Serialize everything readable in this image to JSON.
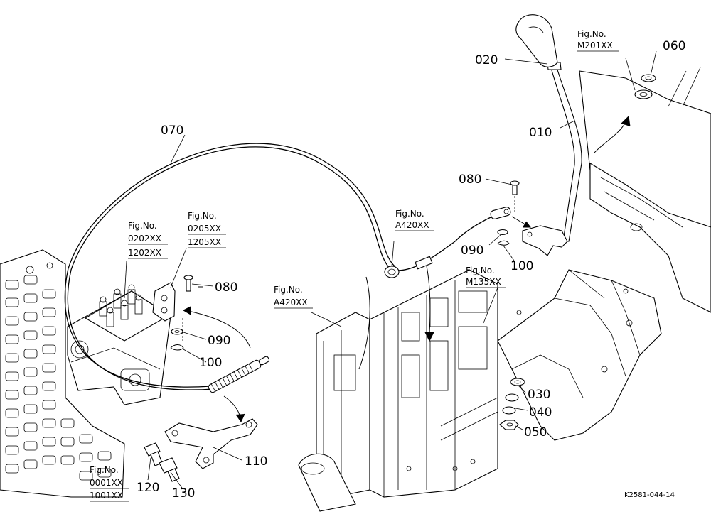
{
  "drawing_id": "K2581-044-14",
  "colors": {
    "line": "#000000",
    "background": "#ffffff",
    "shade": "#e9e9e9"
  },
  "figure_refs": {
    "m201": {
      "title": "Fig.No.",
      "codes": [
        "M201XX"
      ]
    },
    "a420_top": {
      "title": "Fig.No.",
      "codes": [
        "A420XX"
      ]
    },
    "a420_left": {
      "title": "Fig.No.",
      "codes": [
        "A420XX"
      ]
    },
    "m135": {
      "title": "Fig.No.",
      "codes": [
        "M135XX"
      ]
    },
    "f0202": {
      "title": "Fig.No.",
      "codes": [
        "0202XX",
        "1202XX"
      ]
    },
    "f0205": {
      "title": "Fig.No.",
      "codes": [
        "0205XX",
        "1205XX"
      ]
    },
    "f0001": {
      "title": "Fig.No.",
      "codes": [
        "0001XX",
        "1001XX"
      ]
    }
  },
  "callouts": {
    "c010": "010",
    "c020": "020",
    "c030": "030",
    "c040": "040",
    "c050": "050",
    "c060": "060",
    "c070": "070",
    "c080_top": "080",
    "c090_top": "090",
    "c100_top": "100",
    "c080_left": "080",
    "c090_left": "090",
    "c100_left": "100",
    "c110": "110",
    "c120": "120",
    "c130": "130"
  }
}
